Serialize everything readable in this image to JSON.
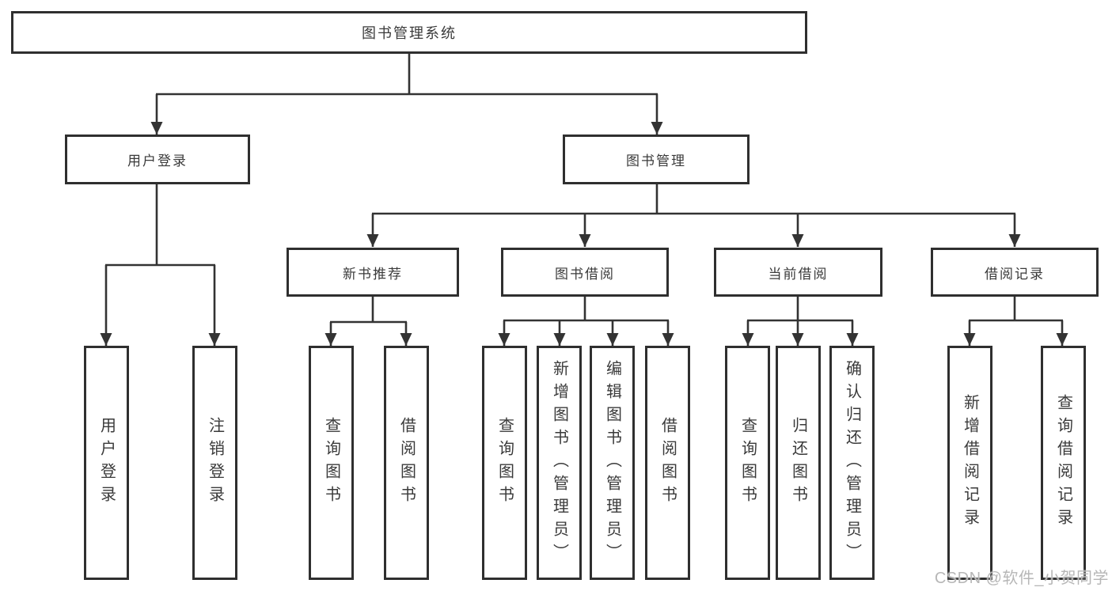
{
  "diagram": {
    "title_note": "functional structure chart of a library management system",
    "root": {
      "label": "图书管理系统"
    },
    "level1": [
      {
        "id": "user-login",
        "label": "用户登录"
      },
      {
        "id": "book-management",
        "label": "图书管理"
      }
    ],
    "level2": [
      {
        "id": "new-book-recommend",
        "label": "新书推荐",
        "parent": "图书管理"
      },
      {
        "id": "book-borrow",
        "label": "图书借阅",
        "parent": "图书管理"
      },
      {
        "id": "current-borrow",
        "label": "当前借阅",
        "parent": "图书管理"
      },
      {
        "id": "borrow-records",
        "label": "借阅记录",
        "parent": "图书管理"
      }
    ],
    "leaves": [
      {
        "group": "用户登录",
        "label": "用户登录"
      },
      {
        "group": "用户登录",
        "label": "注销登录"
      },
      {
        "group": "新书推荐",
        "label": "查询图书"
      },
      {
        "group": "新书推荐",
        "label": "借阅图书"
      },
      {
        "group": "图书借阅",
        "label": "查询图书"
      },
      {
        "group": "图书借阅",
        "label": "新增图书（管理员）"
      },
      {
        "group": "图书借阅",
        "label": "编辑图书（管理员）"
      },
      {
        "group": "图书借阅",
        "label": "借阅图书"
      },
      {
        "group": "当前借阅",
        "label": "查询图书"
      },
      {
        "group": "当前借阅",
        "label": "归还图书"
      },
      {
        "group": "当前借阅",
        "label": "确认归还（管理员）"
      },
      {
        "group": "借阅记录",
        "label": "新增借阅记录"
      },
      {
        "group": "借阅记录",
        "label": "查询借阅记录"
      }
    ],
    "colors": {
      "line": "#333333",
      "box_border": "#2f2f2f",
      "text": "#3a3a3a",
      "background": "#ffffff",
      "watermark": "#b7b7b7"
    }
  },
  "watermark": {
    "text": "CSDN @软件_小贺同学"
  }
}
